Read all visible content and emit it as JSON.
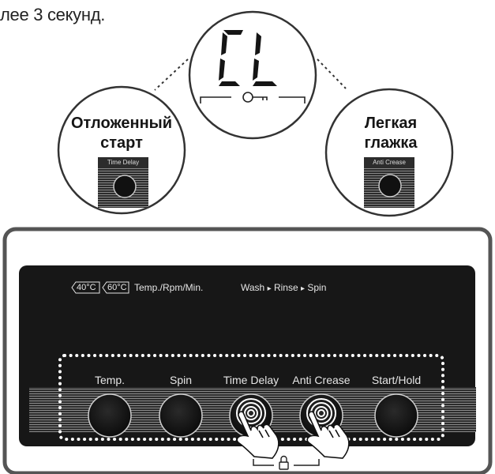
{
  "intro_text": "лее 3 секунд.",
  "zoom_left": {
    "label_line1": "Отложенный",
    "label_line2": "старт",
    "button_label": "Time Delay"
  },
  "zoom_center": {
    "display_text": "CL",
    "icon": "key-icon"
  },
  "zoom_right": {
    "label_line1": "Легкая",
    "label_line2": "глажка",
    "button_label": "Anti Crease"
  },
  "panel": {
    "temp_options": [
      "40°C",
      "60°C"
    ],
    "indicator_label": "Temp./Rpm/Min.",
    "cycle": {
      "steps": [
        "Wash",
        "Rinse",
        "Spin"
      ],
      "arrow": "▸"
    },
    "buttons": [
      {
        "label": "Temp.",
        "pressed": false
      },
      {
        "label": "Spin",
        "pressed": false
      },
      {
        "label": "Time Delay",
        "pressed": true
      },
      {
        "label": "Anti Crease",
        "pressed": true
      },
      {
        "label": "Start/Hold",
        "pressed": false
      }
    ],
    "child_lock_icon": "lock-icon"
  },
  "colors": {
    "panel_bg": "#171717",
    "frame": "#555555",
    "dots": "#ffffff",
    "text_light": "#e6e6e6"
  }
}
